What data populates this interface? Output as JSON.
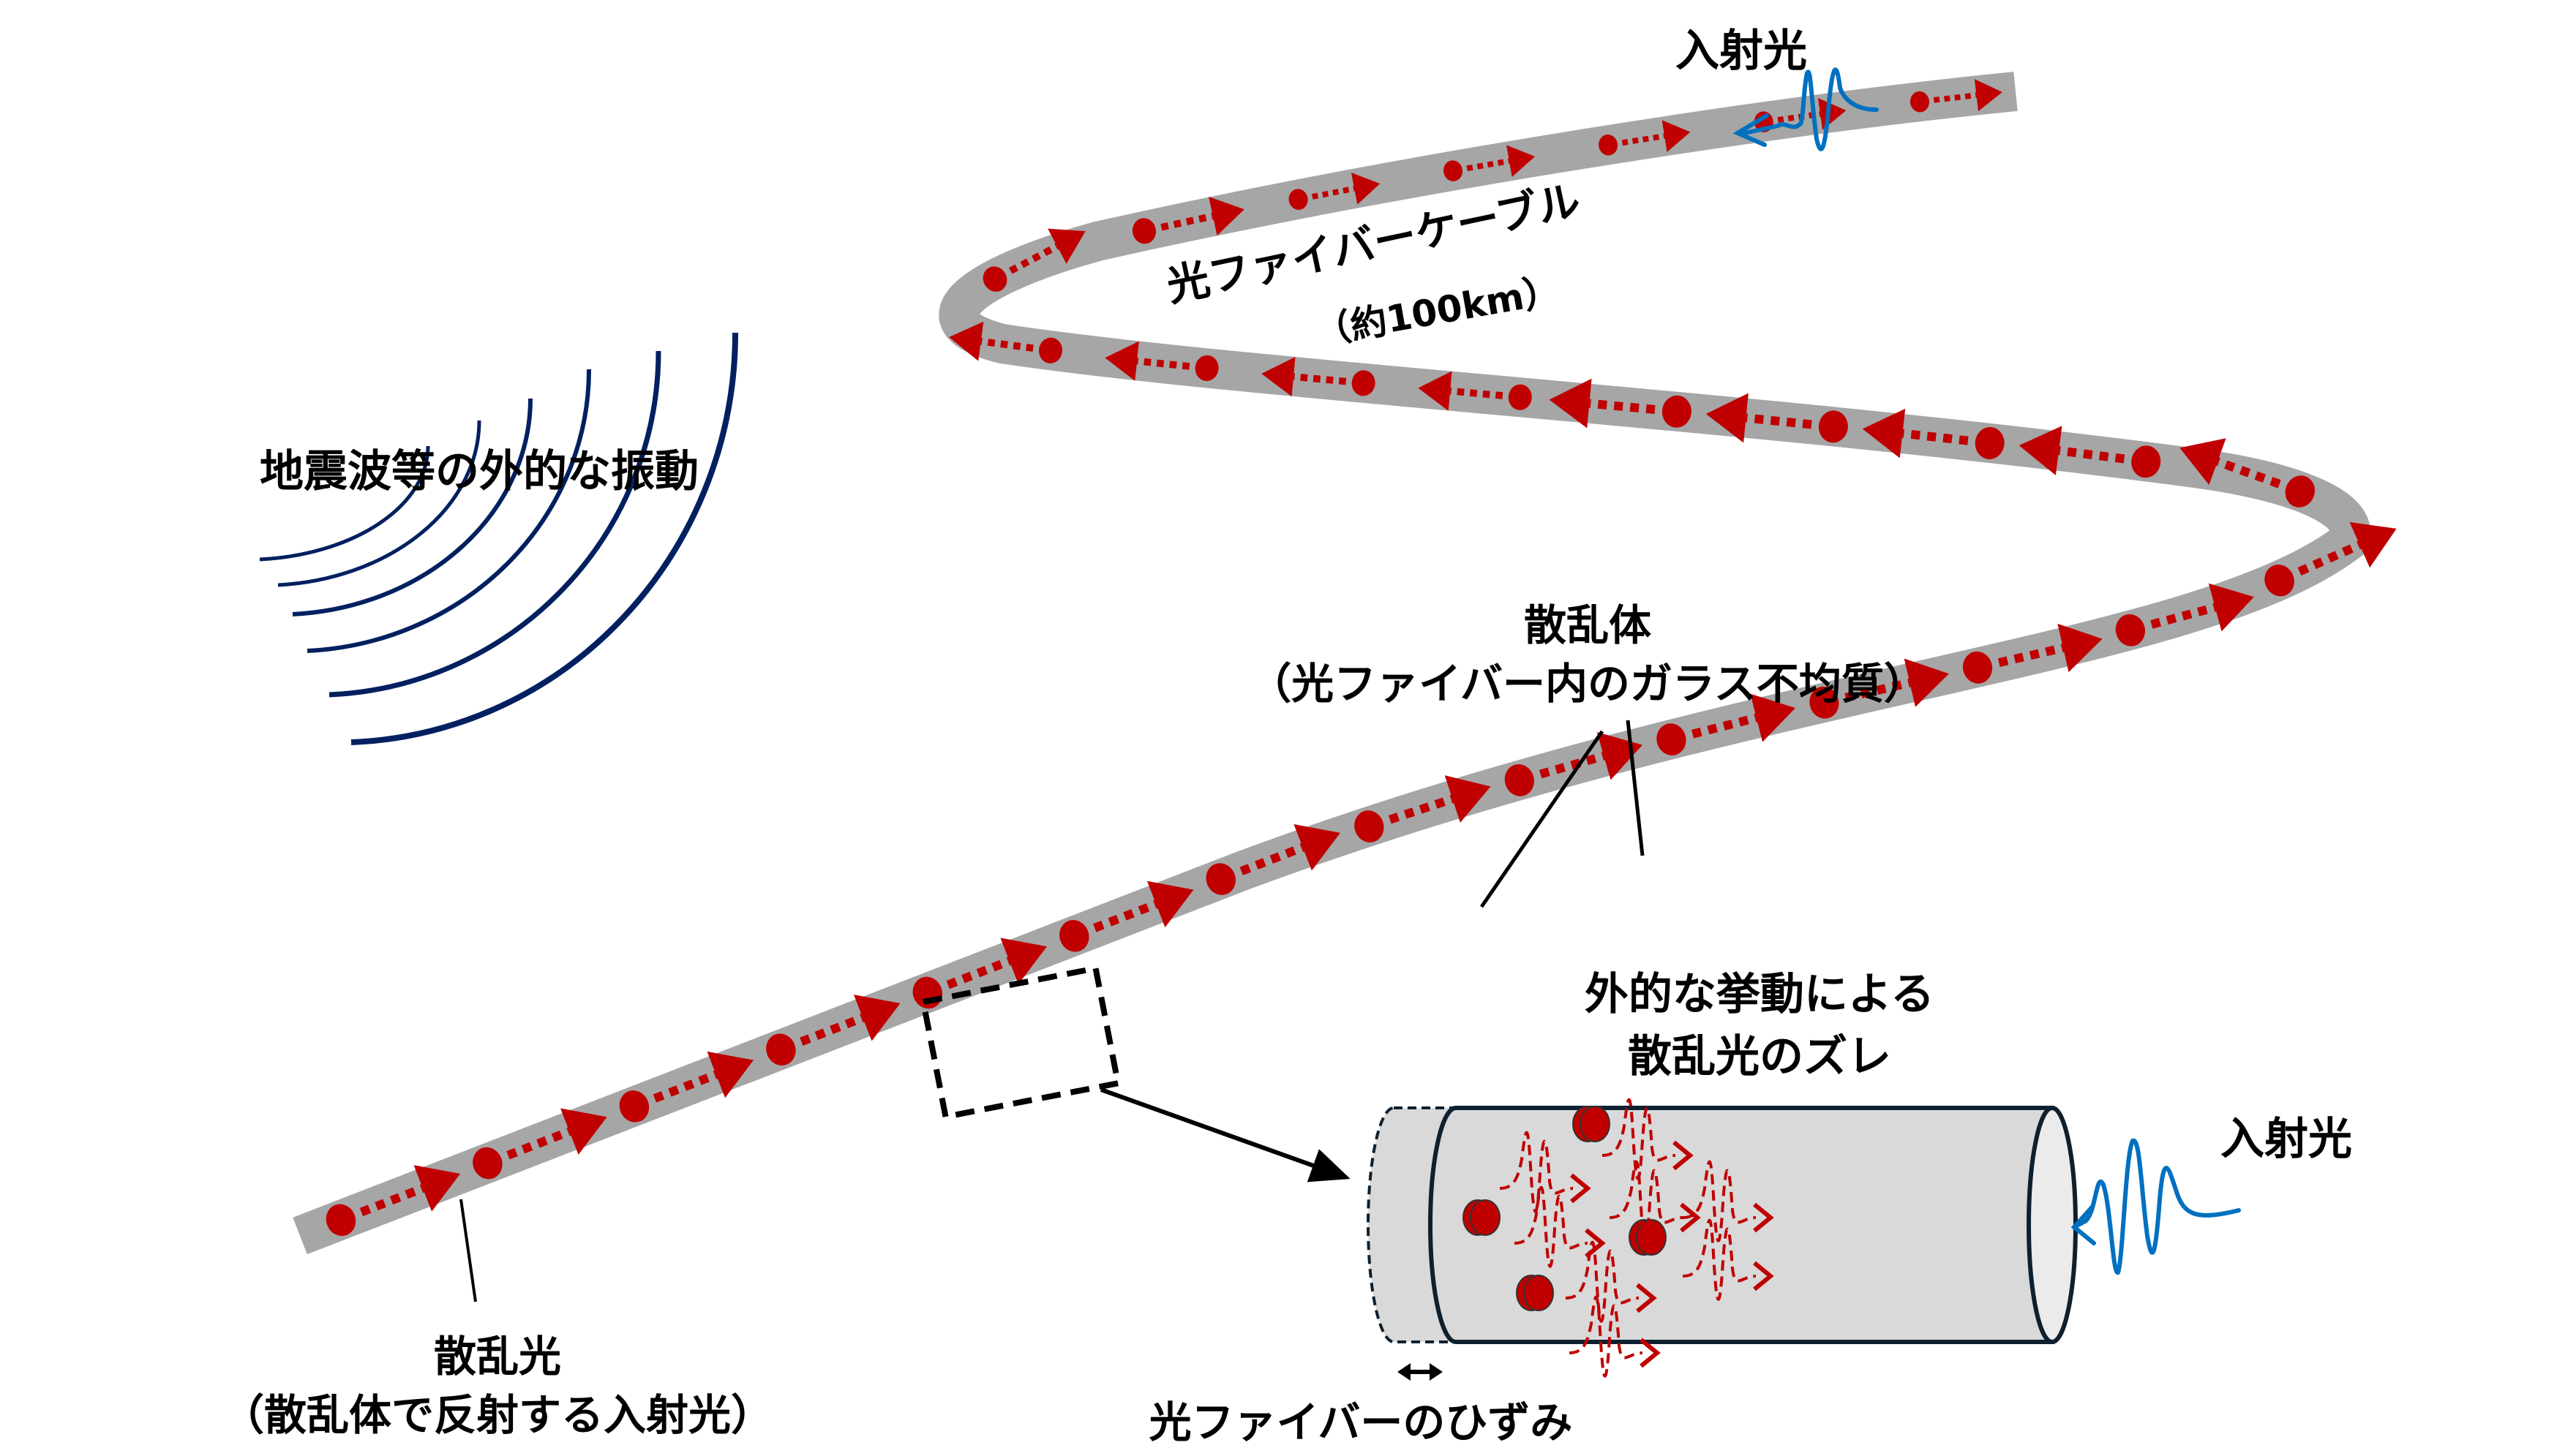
{
  "colors": {
    "cable": "#a6a6a6",
    "scatter": "#c00000",
    "incident_wave": "#0070c0",
    "seismic_wave": "#002060",
    "cylinder_fill": "#d9d9d9",
    "cylinder_end": "#ebebeb",
    "cylinder_stroke": "#0d2030"
  },
  "labels": {
    "incident_light_top": "入射光",
    "cable_title": "光ファイバーケーブル",
    "cable_length": "（約100km）",
    "external_vibration": "地震波等の外的な振動",
    "scatterer_title": "散乱体",
    "scatterer_desc": "（光ファイバー内のガラス不均質）",
    "shift_line1": "外的な挙動による",
    "shift_line2": "散乱光のズレ",
    "incident_light_right": "入射光",
    "scattered_light_title": "散乱光",
    "scattered_light_desc": "（散乱体で反射する入射光）",
    "fiber_strain": "光ファイバーのひずみ"
  },
  "icons": {
    "seismic_waves": "concentric-arcs",
    "incident_wave": "wave-packet-arrow",
    "strain_arrow": "double-headed-arrow"
  }
}
